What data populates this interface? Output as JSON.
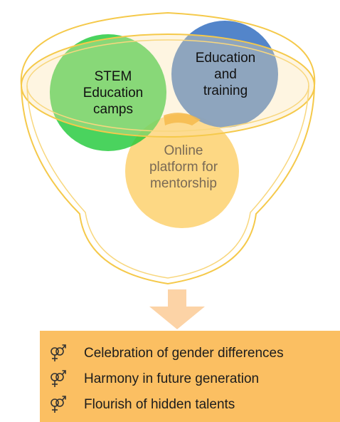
{
  "circles": {
    "stem": {
      "label_lines": [
        "STEM",
        "Education",
        "camps"
      ],
      "color": "#22c93a"
    },
    "education": {
      "label_lines": [
        "Education",
        "and",
        "training"
      ],
      "color": "#4a7ec7"
    },
    "online": {
      "label_lines": [
        "Online",
        "platform for",
        "mentorship"
      ],
      "color": "#fdd57a"
    }
  },
  "funnel": {
    "outline_color": "#f5c94a"
  },
  "arrow": {
    "color": "#fcd3a6"
  },
  "outcomes": {
    "icon": "male-female-symbol-icon",
    "background": "#fbbf62",
    "items": [
      "Celebration of gender differences",
      "Harmony in future generation",
      "Flourish of hidden talents"
    ]
  }
}
